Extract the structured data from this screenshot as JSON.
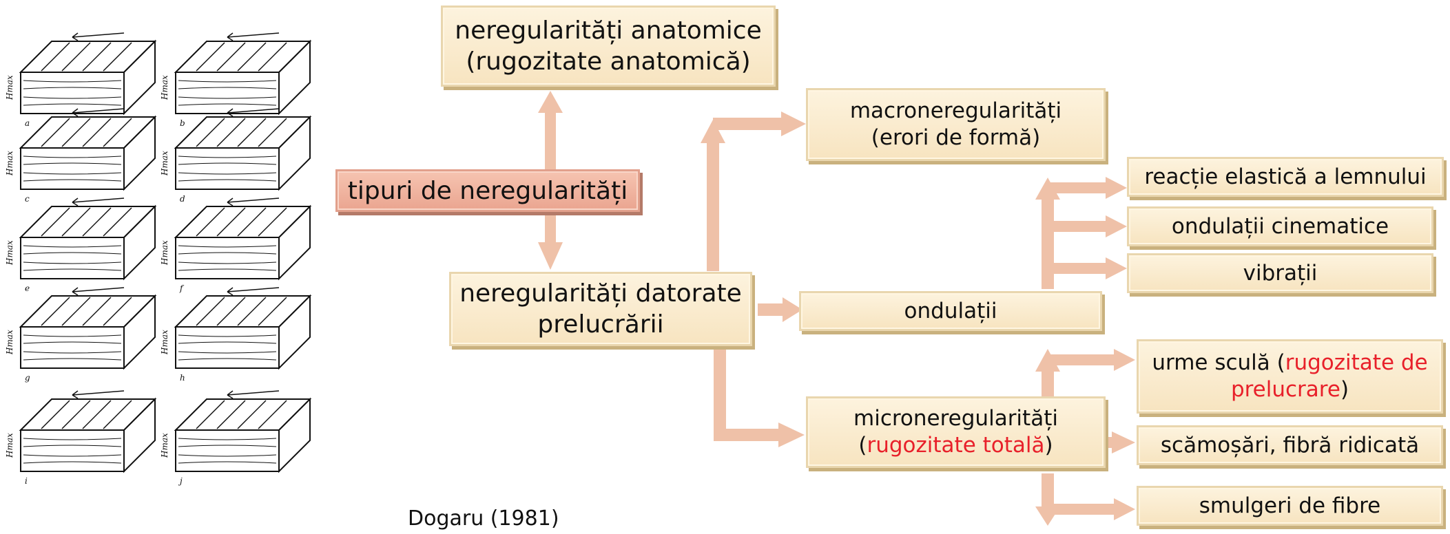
{
  "nodes": {
    "anatomice_line1": "neregularități anatomice",
    "anatomice_line2": "(rugozitate anatomică)",
    "tipuri": "tipuri de neregularități",
    "datorate_line1": "neregularități datorate",
    "datorate_line2": "prelucrării",
    "macro_line1": "macroneregularități",
    "macro_line2": "(erori de formă)",
    "ondulatii": "ondulații",
    "micro_line1": "microneregularități",
    "micro_line2_open": "(",
    "micro_line2_red": "rugozitate totală",
    "micro_line2_close": ")",
    "reactie": "reacție elastică a lemnului",
    "cinematice": "ondulații cinematice",
    "vibratii": "vibrații",
    "urme_pre": "urme sculă (",
    "urme_red1": "rugozitate de",
    "urme_red2": "prelucrare",
    "urme_post": ")",
    "scamosari": "scămoșări, fibră ridicată",
    "smulgeri": "smulgeri de fibre"
  },
  "credit": "Dogaru (1981)",
  "figure": {
    "panel_letters": [
      "a",
      "b",
      "c",
      "d",
      "e",
      "f",
      "g",
      "h",
      "i",
      "j"
    ],
    "dimension_label": "Hmax"
  },
  "colors": {
    "arrow": "#efc1a8",
    "box_fill": "#fbecd0",
    "root_fill": "#efb29d",
    "highlight_text": "#e8202a"
  }
}
